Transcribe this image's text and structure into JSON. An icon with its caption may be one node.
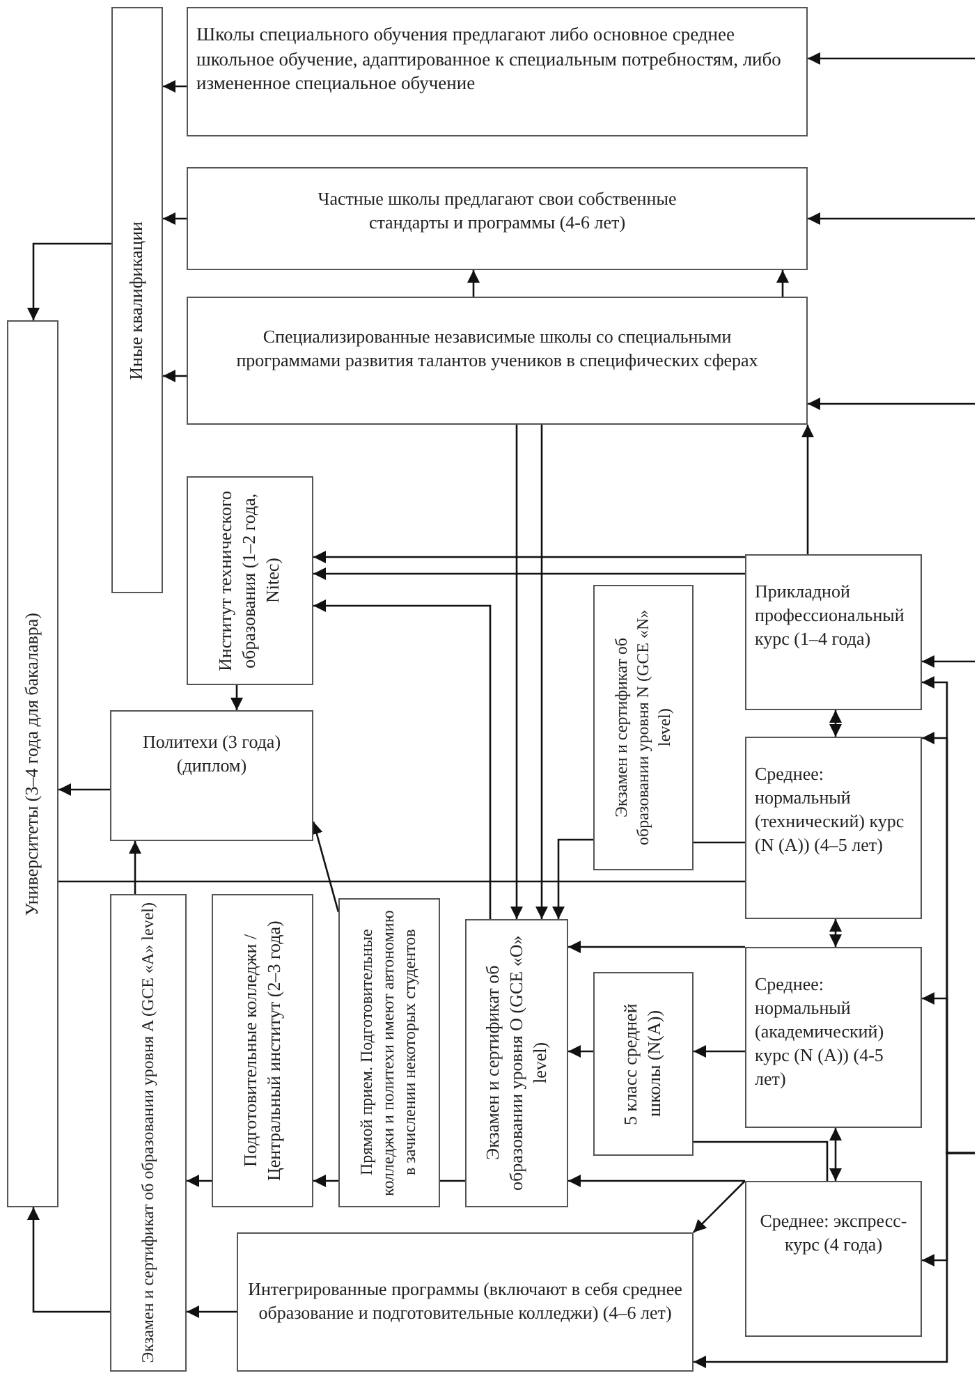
{
  "diagram": {
    "nodes": [
      {
        "text": [
          "Иные квалификации"
        ]
      },
      {
        "text": [
          "Школы специального обучения предлагают либо основное среднее школьное обучение, адаптированное к специальным потребностям, либо измененное специальное обучение"
        ]
      },
      {
        "text": [
          "Частные школы предлагают свои собственные стандарты и программы (4-6 лет)"
        ]
      },
      {
        "text": [
          "Специализированные независимые школы со специальными программами развития талантов учеников в специфических сферах"
        ]
      },
      {
        "text": [
          "Университеты (3–4 года для бакалавра)"
        ]
      },
      {
        "text": [
          "Институт технического образования (1–2 года, Nitec)"
        ]
      },
      {
        "text": [
          "Прикладной профессиональный курс (1–4 года)"
        ]
      },
      {
        "text": [
          "Политехи (3 года) (диплом)"
        ]
      },
      {
        "text": [
          "Экзамен и сертификат об образовании уровня N (GCE «N» level)"
        ]
      },
      {
        "text": [
          "Среднее: нормальный (технический) курс (N (A)) (4–5 лет)"
        ]
      },
      {
        "text": [
          "Прямой прием. Подготовительные колледжи и политехи имеют автономию в зачислении некоторых студентов"
        ]
      },
      {
        "text": [
          "Экзамен и сертификат об образовании уровня A (GCE «A» level)"
        ]
      },
      {
        "text": [
          "Подготовительные колледжи / Центральный институт (2–3 года)"
        ]
      },
      {
        "text": [
          "Экзамен и сертификат об образовании уровня O (GCE «O» level)"
        ]
      },
      {
        "text": [
          "Среднее: нормальный (академический) курс (N (A)) (4-5 лет)"
        ]
      },
      {
        "text": [
          "5 класс средней школы (N(A))"
        ]
      },
      {
        "text": [
          "Среднее: экспресс-курс (4 года)"
        ]
      },
      {
        "text": [
          "Интегрированные программы (включают в себя среднее образование и подготовительные колледжи) (4–6 лет)"
        ]
      }
    ],
    "edges": [
      {
        "from": null,
        "to": 1,
        "arrow": "to"
      },
      {
        "from": null,
        "to": 2,
        "arrow": "to"
      },
      {
        "from": null,
        "to": 3,
        "arrow": "to"
      },
      {
        "from": 1,
        "to": 0,
        "arrow": "to"
      },
      {
        "from": 2,
        "to": 0,
        "arrow": "to"
      },
      {
        "from": 3,
        "to": 0,
        "arrow": "to"
      },
      {
        "from": 0,
        "to": 4,
        "arrow": "to"
      },
      {
        "from": 3,
        "to": 2,
        "arrow": "to"
      },
      {
        "from": 3,
        "to": 2,
        "arrow": "to"
      },
      {
        "from": 6,
        "to": 3,
        "arrow": "to"
      },
      {
        "from": 3,
        "to": 13,
        "arrow": "to"
      },
      {
        "from": 3,
        "to": 13,
        "arrow": "to"
      },
      {
        "from": 8,
        "to": 13,
        "arrow": "to"
      },
      {
        "from": 6,
        "to": 5,
        "arrow": "to"
      },
      {
        "from": 13,
        "to": 5,
        "arrow": "to"
      },
      {
        "from": 6,
        "to": 5,
        "arrow": "to"
      },
      {
        "from": 5,
        "to": 7,
        "arrow": "to"
      },
      {
        "from": 7,
        "to": 4,
        "arrow": "to"
      },
      {
        "from": 10,
        "to": 7,
        "arrow": "to"
      },
      {
        "from": 11,
        "to": 7,
        "arrow": "to"
      },
      {
        "from": 11,
        "to": 4,
        "arrow": "to"
      },
      {
        "from": 12,
        "to": 11,
        "arrow": "to"
      },
      {
        "from": 10,
        "to": 12,
        "arrow": "to"
      },
      {
        "from": 13,
        "to": 10,
        "arrow": "none"
      },
      {
        "from": 17,
        "to": 11,
        "arrow": "to"
      },
      {
        "from": 9,
        "to": 4,
        "arrow": "none"
      },
      {
        "from": 9,
        "to": 8,
        "arrow": "none"
      },
      {
        "from": 6,
        "to": 9,
        "arrow": "both"
      },
      {
        "from": 9,
        "to": 14,
        "arrow": "both"
      },
      {
        "from": 14,
        "to": 16,
        "arrow": "both"
      },
      {
        "from": 14,
        "to": 13,
        "arrow": "to"
      },
      {
        "from": 14,
        "to": 15,
        "arrow": "to"
      },
      {
        "from": 15,
        "to": 13,
        "arrow": "to"
      },
      {
        "from": 15,
        "to": 16,
        "arrow": "none"
      },
      {
        "from": 16,
        "to": 13,
        "arrow": "to"
      },
      {
        "from": 16,
        "to": 17,
        "arrow": "to"
      },
      {
        "from": null,
        "to": 6,
        "arrow": "to"
      },
      {
        "from": null,
        "to": 6,
        "arrow": "to"
      },
      {
        "from": null,
        "to": 9,
        "arrow": "to"
      },
      {
        "from": null,
        "to": 14,
        "arrow": "to"
      },
      {
        "from": null,
        "to": 16,
        "arrow": "to"
      },
      {
        "from": null,
        "to": 17,
        "arrow": "to"
      }
    ]
  }
}
